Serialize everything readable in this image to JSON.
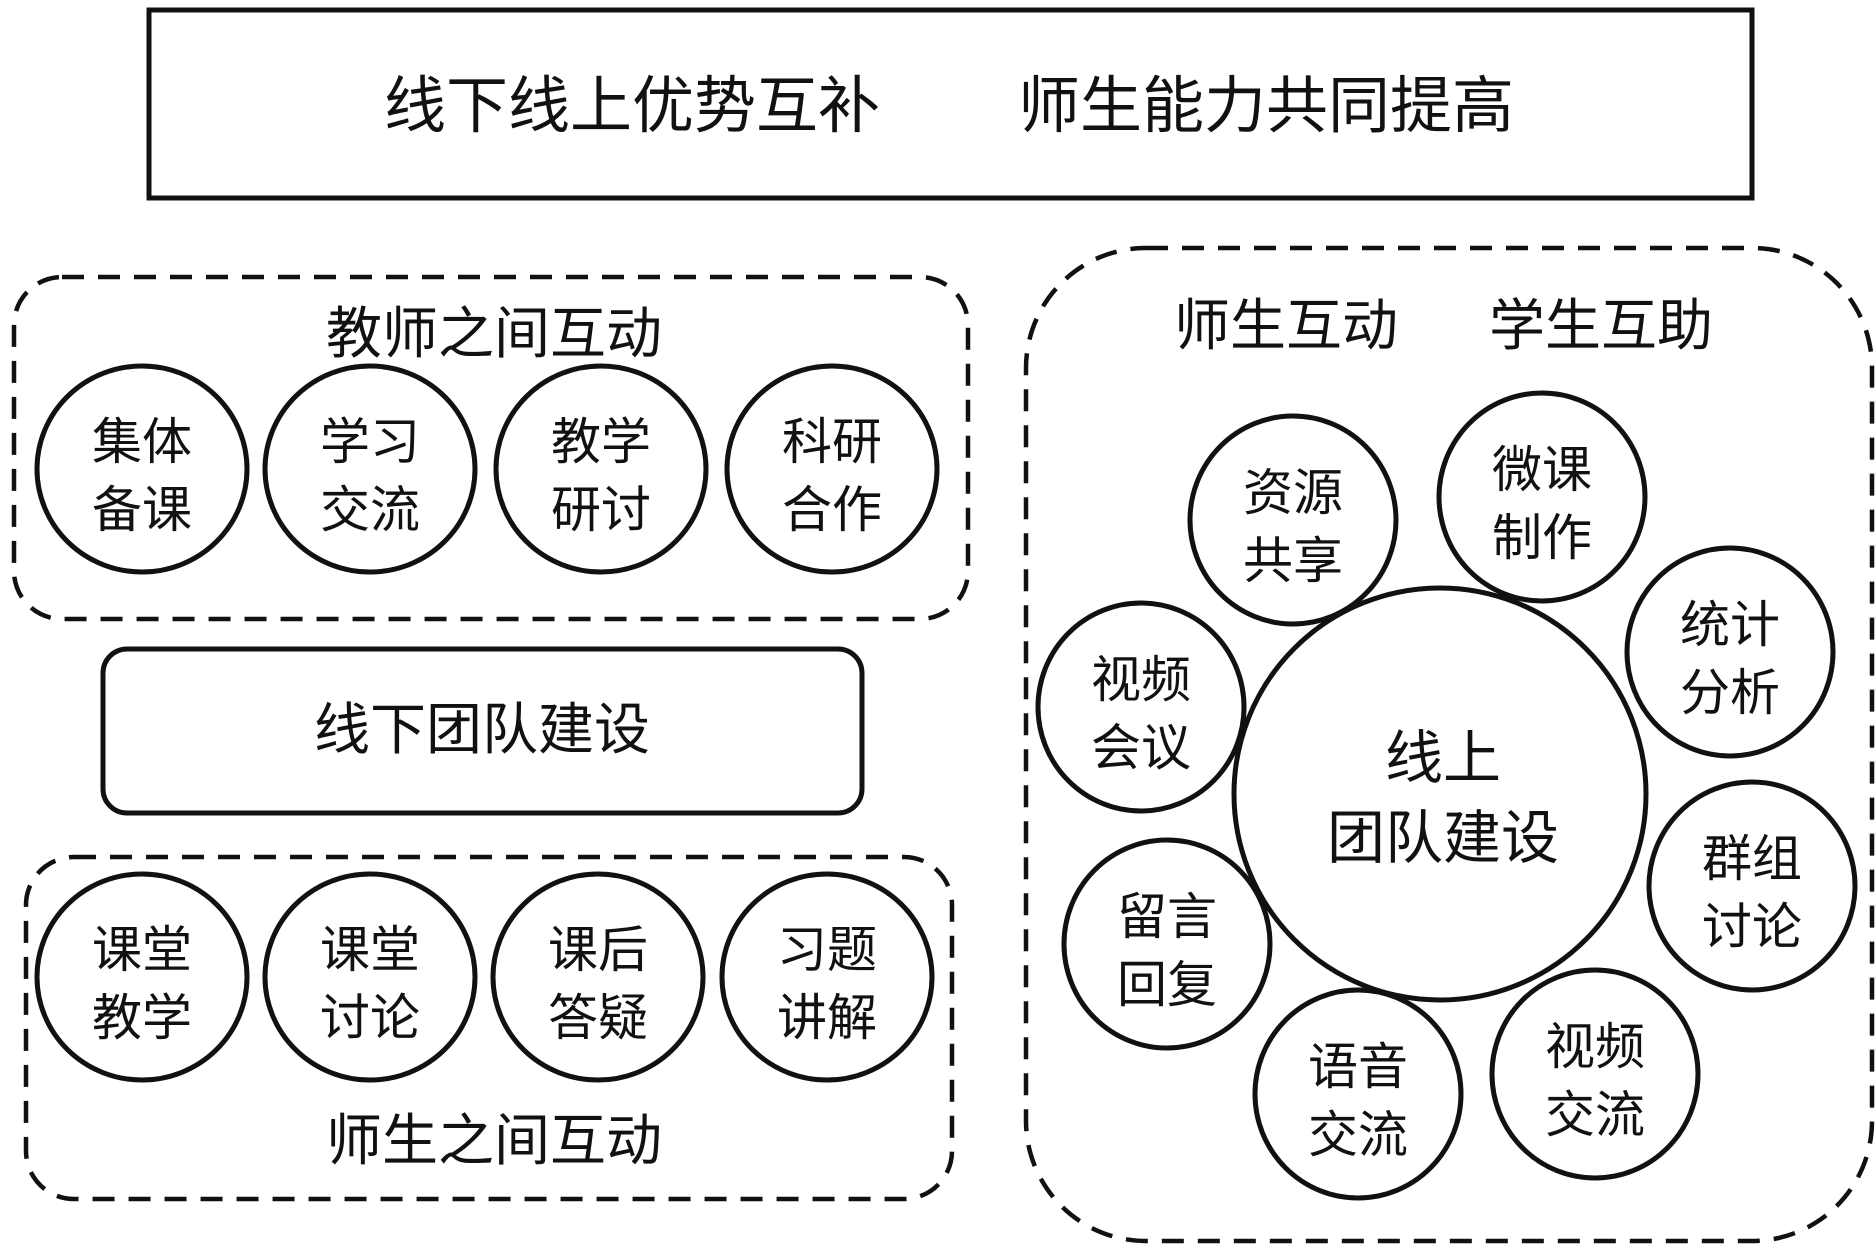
{
  "header": {
    "left_text": "线下线上优势互补",
    "right_text": "师生能力共同提高"
  },
  "offline": {
    "teacher_group": {
      "title": "教师之间互动",
      "items": [
        {
          "line1": "集体",
          "line2": "备课"
        },
        {
          "line1": "学习",
          "line2": "交流"
        },
        {
          "line1": "教学",
          "line2": "研讨"
        },
        {
          "line1": "科研",
          "line2": "合作"
        }
      ]
    },
    "center_label": "线下团队建设",
    "student_group": {
      "title": "师生之间互动",
      "items": [
        {
          "line1": "课堂",
          "line2": "教学"
        },
        {
          "line1": "课堂",
          "line2": "讨论"
        },
        {
          "line1": "课后",
          "line2": "答疑"
        },
        {
          "line1": "习题",
          "line2": "讲解"
        }
      ]
    }
  },
  "online": {
    "title_left": "师生互动",
    "title_right": "学生互助",
    "center": {
      "line1": "线上",
      "line2": "团队建设"
    },
    "items": [
      {
        "line1": "资源",
        "line2": "共享"
      },
      {
        "line1": "微课",
        "line2": "制作"
      },
      {
        "line1": "统计",
        "line2": "分析"
      },
      {
        "line1": "群组",
        "line2": "讨论"
      },
      {
        "line1": "视频",
        "line2": "交流"
      },
      {
        "line1": "语音",
        "line2": "交流"
      },
      {
        "line1": "留言",
        "line2": "回复"
      },
      {
        "line1": "视频",
        "line2": "会议"
      }
    ]
  }
}
